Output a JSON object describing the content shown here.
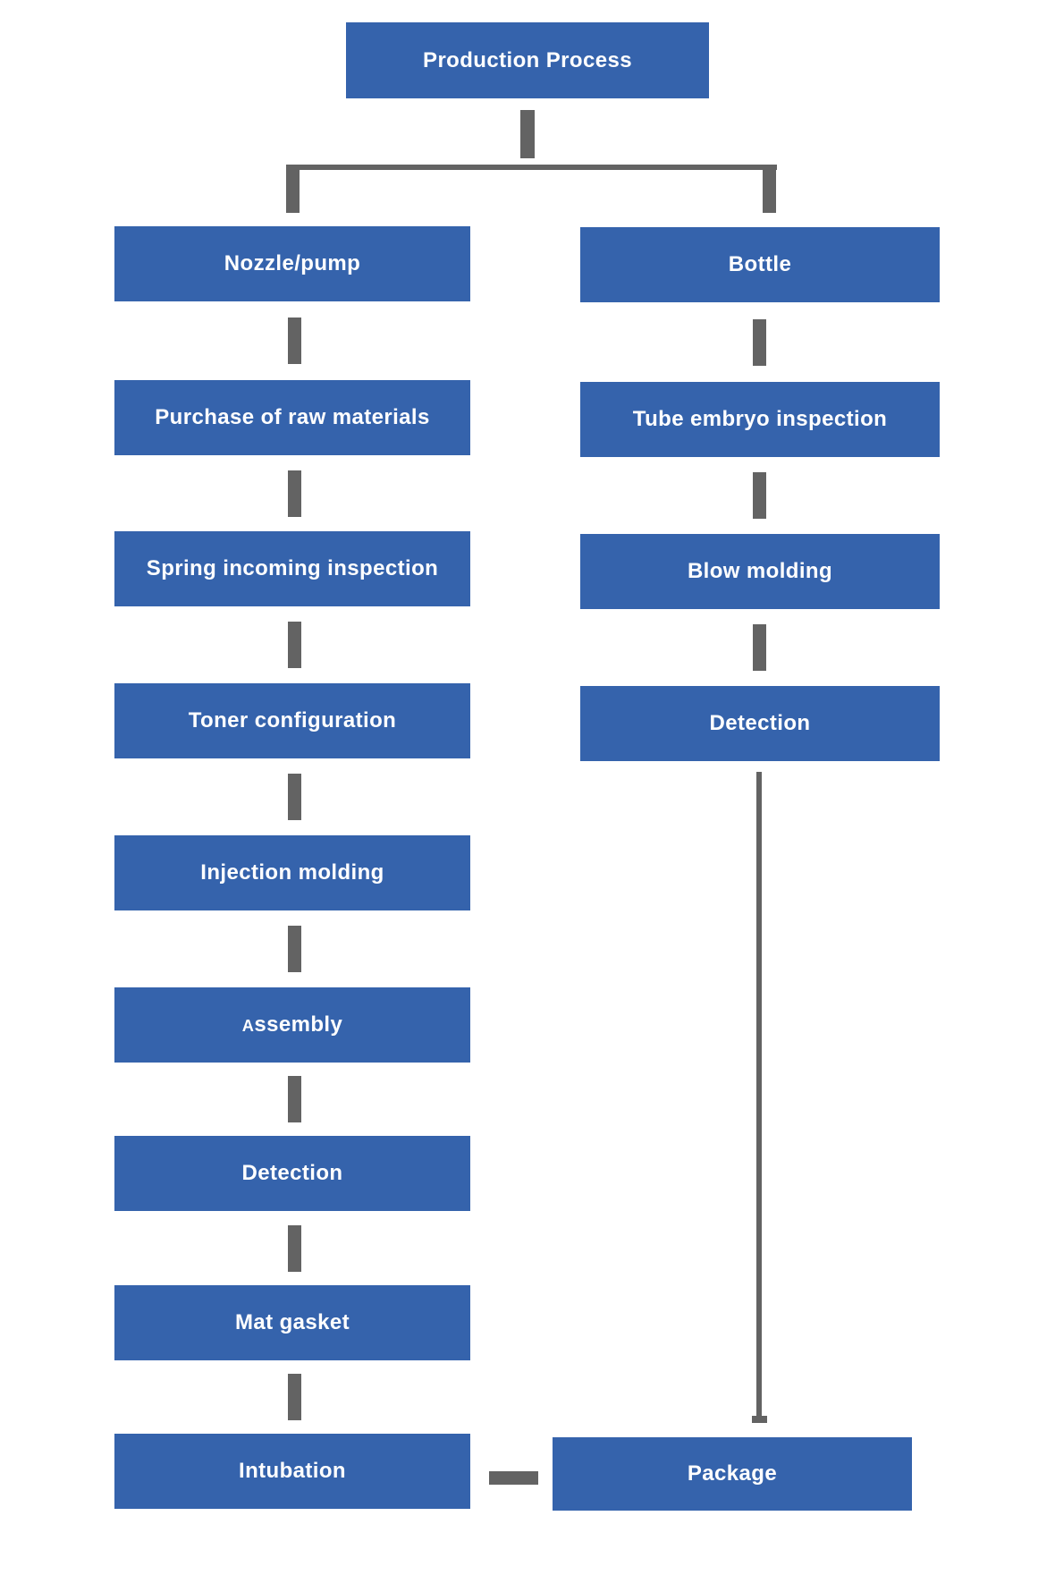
{
  "flowchart": {
    "title": "Production Process",
    "left_branch": {
      "steps": [
        "Nozzle/pump",
        "Purchase of raw materials",
        "Spring incoming inspection",
        "Toner configuration",
        "Injection molding",
        "Assembly",
        "Detection",
        "Mat gasket",
        "Intubation"
      ]
    },
    "right_branch": {
      "steps": [
        "Bottle",
        "Tube embryo inspection",
        "Blow molding",
        "Detection"
      ]
    },
    "final_step": "Package",
    "colors": {
      "box_fill": "#3563ac",
      "connector": "#636363",
      "text": "#ffffff",
      "background": "#ffffff"
    }
  }
}
